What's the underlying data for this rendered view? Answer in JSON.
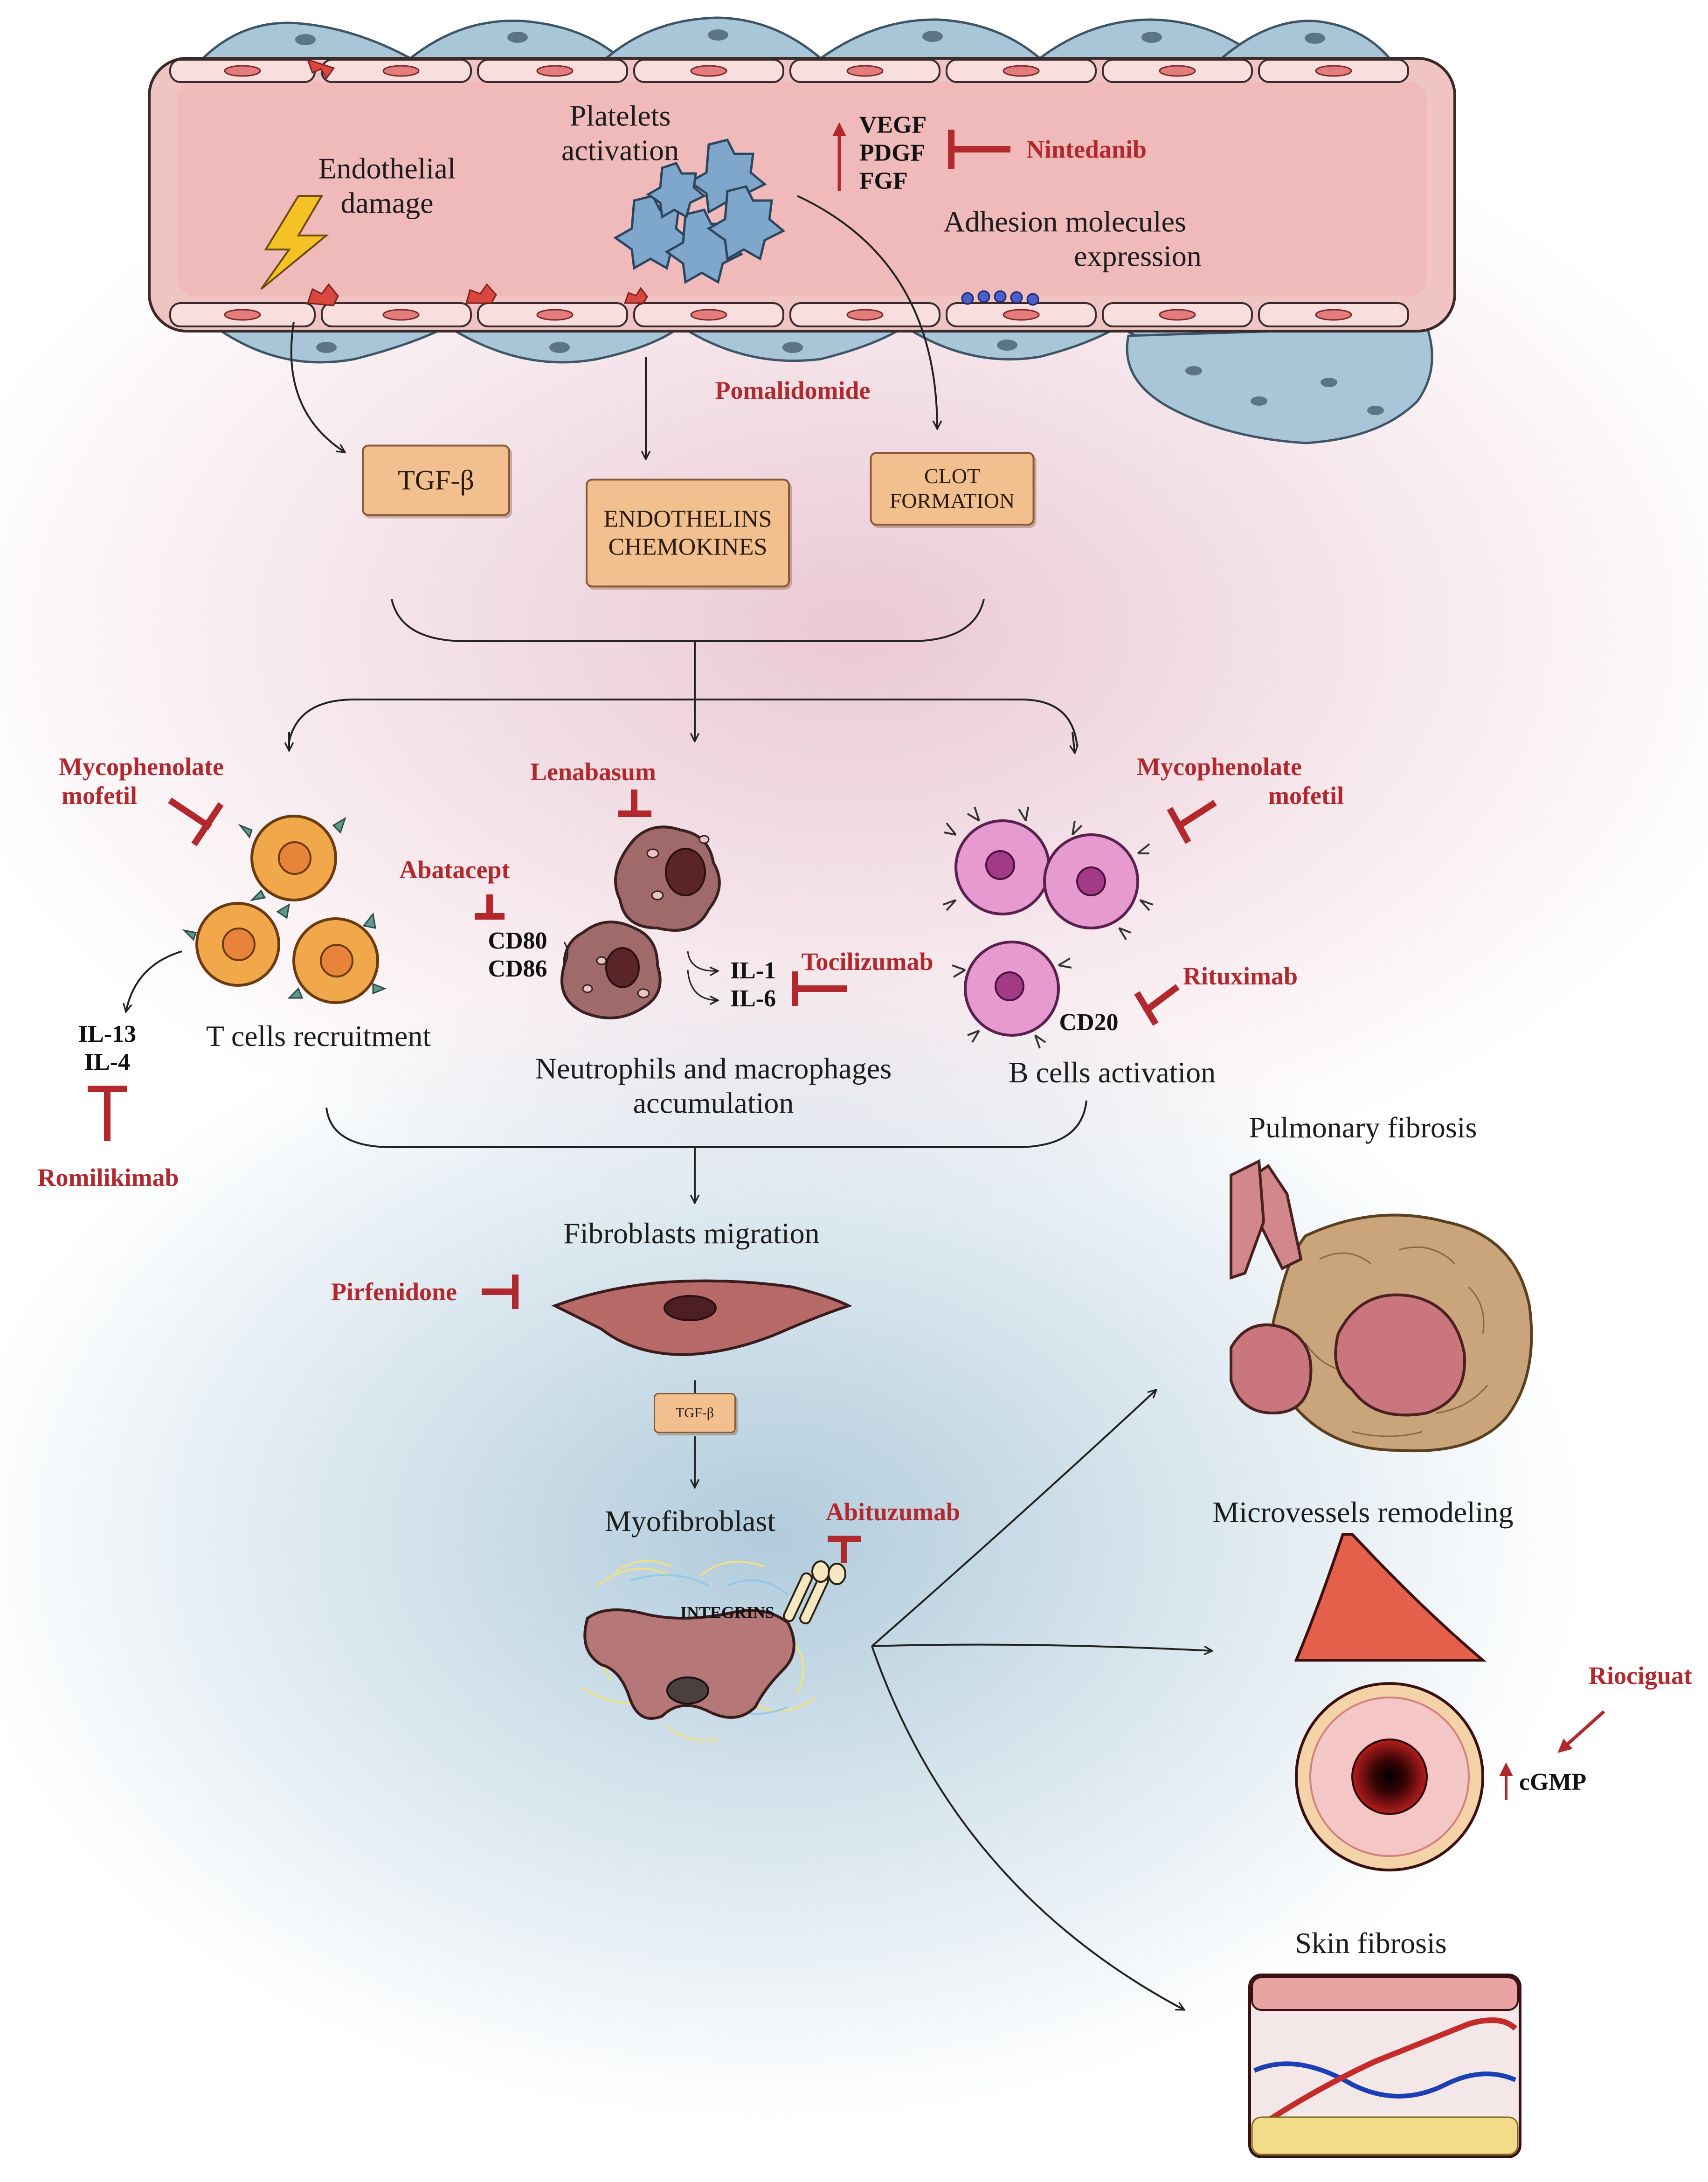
{
  "colors": {
    "drug": "#b3282d",
    "text": "#1c1c1c",
    "box_fill": "#f2c08e",
    "vessel": "#f0c1c1",
    "endothelium": "#a7c3d6"
  },
  "vessel": {
    "endothelial_damage": [
      "Endothelial",
      "damage"
    ],
    "platelets": [
      "Platelets",
      "activation"
    ],
    "growth_factors": [
      "VEGF",
      "PDGF",
      "FGF"
    ],
    "nintedanib": "Nintedanib",
    "adhesion": [
      "Adhesion molecules",
      "expression"
    ],
    "pomalidomide": "Pomalidomide"
  },
  "mediators": {
    "tgf": "TGF-β",
    "endothelins": [
      "ENDOTHELINS",
      "CHEMOKINES"
    ],
    "clot": [
      "CLOT",
      "FORMATION"
    ]
  },
  "tcells": {
    "drug_mmf": [
      "Mycophenolate",
      "mofetil"
    ],
    "label": "T cells recruitment",
    "interleukins": [
      "IL-13",
      "IL-4"
    ],
    "romilikimab": "Romilikimab"
  },
  "neutro": {
    "lenabasum": "Lenabasum",
    "abatacept": "Abatacept",
    "cd": [
      "CD80",
      "CD86"
    ],
    "il": [
      "IL-1",
      "IL-6"
    ],
    "tocilizumab": "Tocilizumab",
    "label": [
      "Neutrophils and macrophages",
      "accumulation"
    ]
  },
  "bcells": {
    "drug_mmf": [
      "Mycophenolate",
      "mofetil"
    ],
    "rituximab": "Rituximab",
    "cd20": "CD20",
    "label": "B cells activation"
  },
  "fibro": {
    "migration": "Fibroblasts migration",
    "pirfenidone": "Pirfenidone",
    "tgf_small": "TGF-β",
    "myofibroblast": "Myofibroblast",
    "abituzumab": "Abituzumab",
    "integrins": "INTEGRINS"
  },
  "outcomes": {
    "pulmonary": "Pulmonary fibrosis",
    "micro": "Microvessels remodeling",
    "riociguat": "Riociguat",
    "cgmp": "cGMP",
    "skin": "Skin fibrosis"
  }
}
